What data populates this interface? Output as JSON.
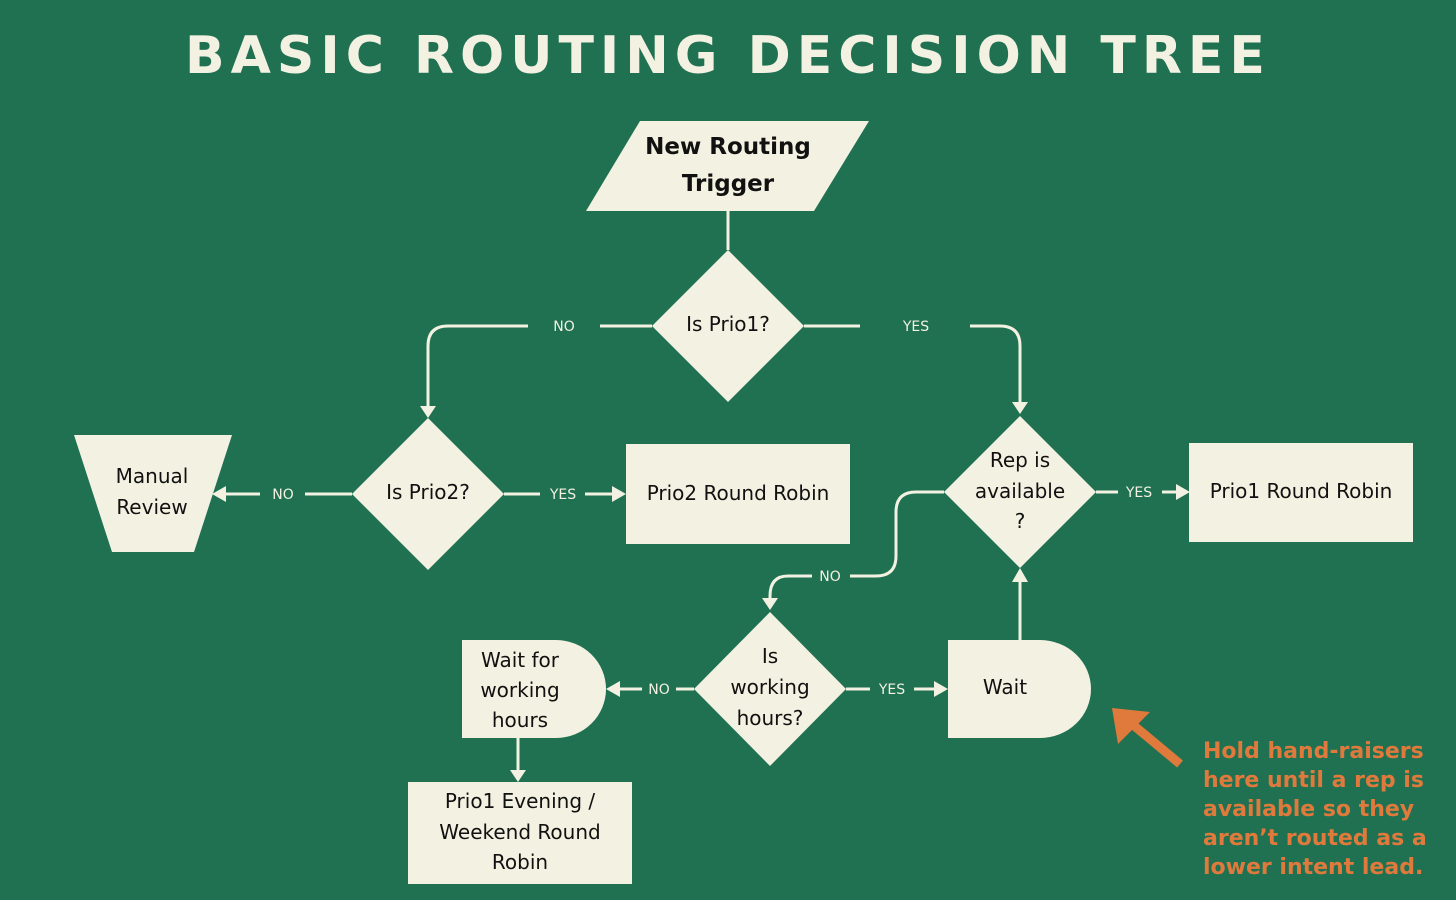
{
  "title": "BASIC ROUTING DECISION TREE",
  "colors": {
    "background": "#1f7152",
    "shape_fill": "#f3f1e1",
    "text": "#111111",
    "annotation": "#e07a3c"
  },
  "nodes": {
    "new_routing_trigger": {
      "lines": [
        "New Routing",
        "Trigger"
      ]
    },
    "is_prio1": {
      "lines": [
        "Is Prio1?"
      ]
    },
    "is_prio2": {
      "lines": [
        "Is Prio2?"
      ]
    },
    "manual_review": {
      "lines": [
        "Manual",
        "Review"
      ]
    },
    "prio2_round_robin": {
      "lines": [
        "Prio2 Round Robin"
      ]
    },
    "rep_is_available": {
      "lines": [
        "Rep is",
        "available",
        "?"
      ]
    },
    "prio1_round_robin": {
      "lines": [
        "Prio1 Round Robin"
      ]
    },
    "is_working_hours": {
      "lines": [
        "Is",
        "working",
        "hours?"
      ]
    },
    "wait_for_working_hours": {
      "lines": [
        "Wait for",
        "working",
        "hours"
      ]
    },
    "wait": {
      "lines": [
        "Wait"
      ]
    },
    "prio1_evening_weekend_rr": {
      "lines": [
        "Prio1 Evening /",
        "Weekend Round",
        "Robin"
      ]
    }
  },
  "edge_labels": {
    "prio1_no": "NO",
    "prio1_yes": "YES",
    "prio2_no": "NO",
    "prio2_yes": "YES",
    "rep_yes": "YES",
    "rep_no": "NO",
    "working_no": "NO",
    "working_yes": "YES"
  },
  "annotation": {
    "text": "Hold hand-raisers here until a rep is available so they aren’t routed as a lower intent lead.",
    "arrow_icon": "arrow-up-left-icon"
  }
}
